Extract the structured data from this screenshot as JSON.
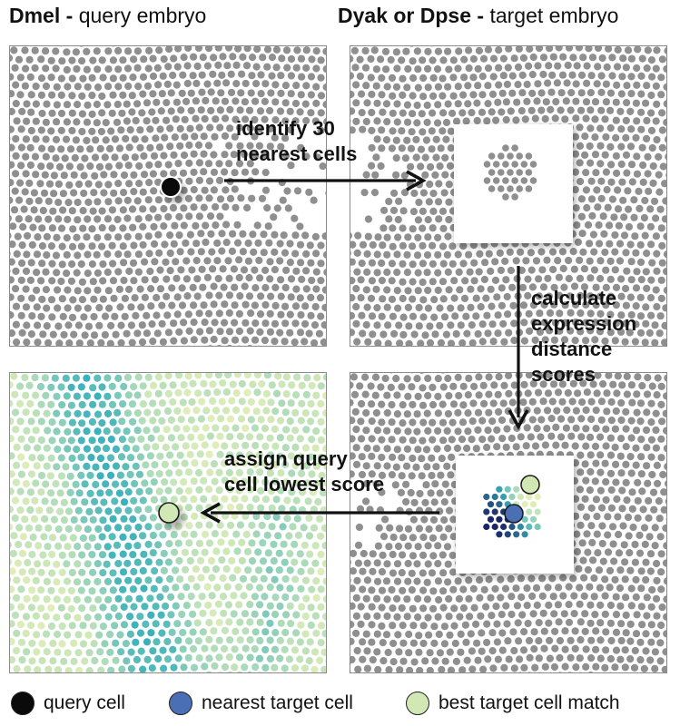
{
  "titles": {
    "query_species": "Dmel",
    "query_sep": " - ",
    "query_label": "query embryo",
    "target_species": "Dyak or Dpse",
    "target_sep": " - ",
    "target_label": "target embryo"
  },
  "steps": {
    "identify_line1": "identify 30",
    "identify_line2": "nearest cells",
    "calc_line1": "calculate",
    "calc_line2": "expression",
    "calc_line3": "distance",
    "calc_line4": "scores",
    "assign_line1": "assign query",
    "assign_line2": "cell lowest score"
  },
  "legend": {
    "query_cell": "query cell",
    "nearest_target": "nearest target cell",
    "best_match": "best target cell match"
  },
  "colors": {
    "cell_gray": "#8f8f8f",
    "query_cell": "#0a0a0a",
    "nearest_target": "#4a6fb5",
    "best_match": "#d2e8b4",
    "score_low": "#e6f0b8",
    "score_high": "#3bb1bb",
    "score_dark": "#1b2466"
  }
}
